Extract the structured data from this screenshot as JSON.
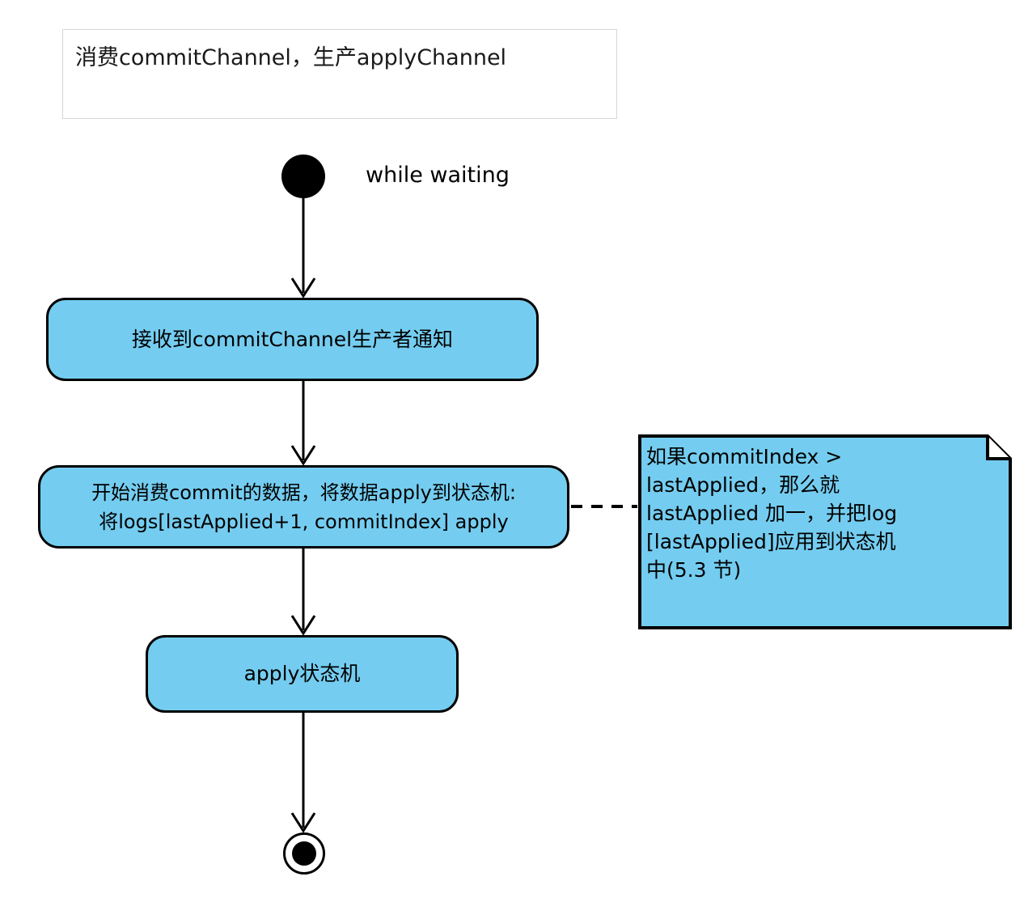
{
  "diagram": {
    "type": "uml-activity-diagram",
    "title_box": {
      "text": "消费commitChannel，生产applyChannel"
    },
    "start": {
      "node_name": "initial-node",
      "label": "while waiting"
    },
    "activities": [
      {
        "id": "receive-commit-notify",
        "text": "接收到commitChannel生产者通知"
      },
      {
        "id": "consume-commit-data",
        "text": "开始消费commit的数据，将数据apply到状态机:\n将logs[lastApplied+1, commitIndex] apply"
      },
      {
        "id": "apply-state-machine",
        "text": "apply状态机"
      }
    ],
    "note": {
      "attached_to": "consume-commit-data",
      "text": "如果commitIndex >\nlastApplied，那么就\nlastApplied 加一，并把log\n[lastApplied]应用到状态机\n中(5.3 节)"
    },
    "end": {
      "node_name": "final-node"
    },
    "colors": {
      "activity_fill": "#74CDF0",
      "note_fill": "#74CDF0",
      "stroke": "#000000",
      "title_border": "#d6d6d6",
      "background": "#ffffff"
    }
  }
}
